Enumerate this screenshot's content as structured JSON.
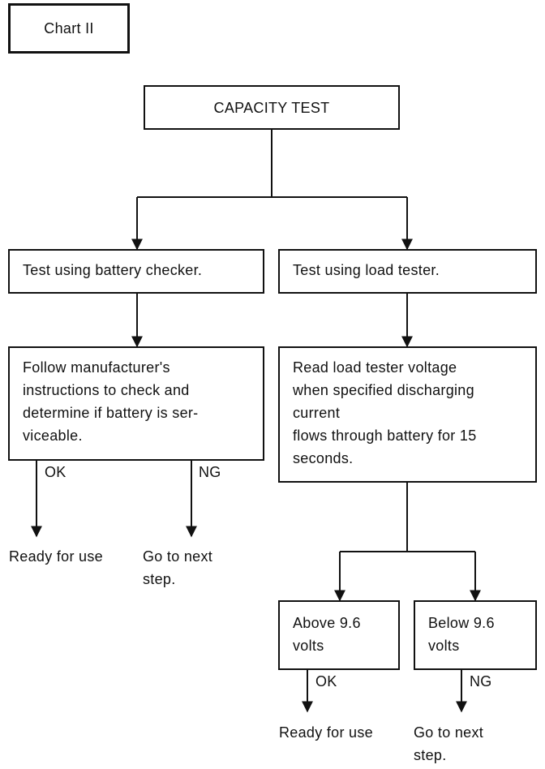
{
  "chart_label": "Chart II",
  "root": {
    "label": "CAPACITY TEST"
  },
  "left": {
    "method": "Test using battery checker.",
    "instructions": [
      "Follow manufacturer's",
      "instructions to check and",
      "determine if battery is ser-",
      "viceable."
    ],
    "ok_label": "OK",
    "ng_label": "NG",
    "ok_result": [
      "Ready for use"
    ],
    "ng_result": [
      "Go to next",
      "step."
    ]
  },
  "right": {
    "method": "Test using load tester.",
    "instructions": [
      "Read load tester voltage",
      "when specified discharging",
      "current",
      "flows through battery for 15",
      "seconds."
    ],
    "above": [
      "Above 9.6",
      "volts"
    ],
    "below": [
      "Below 9.6",
      "volts"
    ],
    "ok_label": "OK",
    "ng_label": "NG",
    "ok_result": [
      "Ready for use"
    ],
    "ng_result": [
      "Go to next",
      "step."
    ]
  },
  "colors": {
    "ink": "#111111",
    "background": "#ffffff"
  }
}
